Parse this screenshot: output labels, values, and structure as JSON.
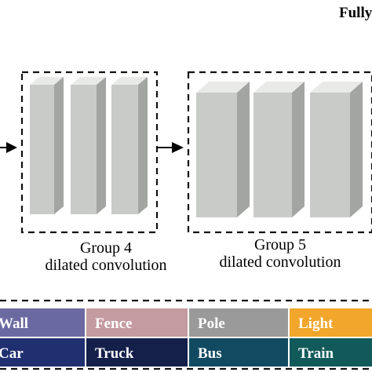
{
  "header": {
    "partial_label": "Fully"
  },
  "groups": [
    {
      "title": "Group 4",
      "subtitle": "dilated convolution",
      "block_count": 3
    },
    {
      "title": "Group 5",
      "subtitle": "dilated convolution",
      "block_count": 3
    }
  ],
  "legend": {
    "rows": [
      [
        {
          "label": "Wall",
          "color": "#6b6aa0",
          "text_color": "#ffffff"
        },
        {
          "label": "Fence",
          "color": "#c49ba0",
          "text_color": "#ffffff"
        },
        {
          "label": "Pole",
          "color": "#9a9a9a",
          "text_color": "#ffffff"
        },
        {
          "label": "Light",
          "color": "#f2a62b",
          "text_color": "#ffffff"
        }
      ],
      [
        {
          "label": "Car",
          "color": "#1f2f70",
          "text_color": "#ffffff"
        },
        {
          "label": "Truck",
          "color": "#14204a",
          "text_color": "#ffffff"
        },
        {
          "label": "Bus",
          "color": "#124a62",
          "text_color": "#ffffff"
        },
        {
          "label": "Train",
          "color": "#125a5a",
          "text_color": "#ffffff"
        }
      ]
    ]
  },
  "colors": {
    "block_front": "#c9cbc8",
    "block_side": "#a3a5a2",
    "block_top": "#e9eae8",
    "dash_border": "#111111",
    "arrow": "#000000"
  }
}
